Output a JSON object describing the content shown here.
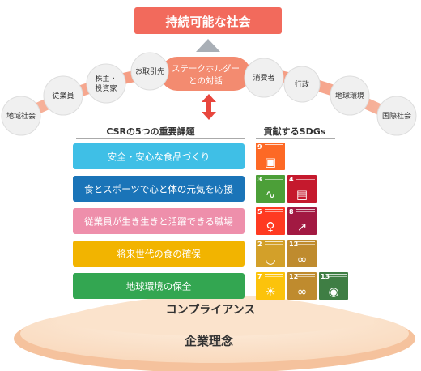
{
  "top_title": "持続可能な社会",
  "center_bubble": [
    "ステークホルダー",
    "との対話"
  ],
  "stakeholders": [
    {
      "id": "chiiki",
      "lines": [
        "地域社会"
      ]
    },
    {
      "id": "jugyoin",
      "lines": [
        "従業員"
      ]
    },
    {
      "id": "kabunushi",
      "lines": [
        "株主・",
        "投資家"
      ]
    },
    {
      "id": "torihiki",
      "lines": [
        "お取引先"
      ]
    },
    {
      "id": "shohisha",
      "lines": [
        "消費者"
      ]
    },
    {
      "id": "gyosei",
      "lines": [
        "行政"
      ]
    },
    {
      "id": "chikyu",
      "lines": [
        "地球環境"
      ]
    },
    {
      "id": "kokusai",
      "lines": [
        "国際社会"
      ]
    }
  ],
  "headers": {
    "csr": "CSRの5つの重要課題",
    "sdgs": "貢献するSDGs"
  },
  "issues": [
    {
      "label": "安全・安心な食品づくり",
      "color": "#3fbfe6",
      "sdgs": [
        9
      ]
    },
    {
      "label": "食とスポーツで心と体の元気を応援",
      "color": "#1a74b8",
      "sdgs": [
        3,
        4
      ]
    },
    {
      "label": "従業員が生き生きと活躍できる職場",
      "color": "#ee8fab",
      "sdgs": [
        5,
        8
      ]
    },
    {
      "label": "将来世代の食の確保",
      "color": "#f2b400",
      "sdgs": [
        2,
        12
      ]
    },
    {
      "label": "地球環境の保全",
      "color": "#33a651",
      "sdgs": [
        7,
        12,
        13
      ]
    }
  ],
  "sdg_colors": {
    "2": "#d3a029",
    "3": "#4c9f38",
    "4": "#c5192d",
    "5": "#ff3a21",
    "7": "#fcc30b",
    "8": "#a21942",
    "9": "#fd6925",
    "12": "#bf8b2e",
    "13": "#3f7e44"
  },
  "sdg_icons": {
    "2": "bowl-icon",
    "3": "heartbeat-icon",
    "4": "book-icon",
    "5": "gender-icon",
    "7": "sun-icon",
    "8": "growth-chart-icon",
    "9": "cubes-icon",
    "12": "infinity-icon",
    "13": "eye-globe-icon"
  },
  "base_labels": {
    "compliance": "コンプライアンス",
    "philosophy": "企業理念"
  }
}
